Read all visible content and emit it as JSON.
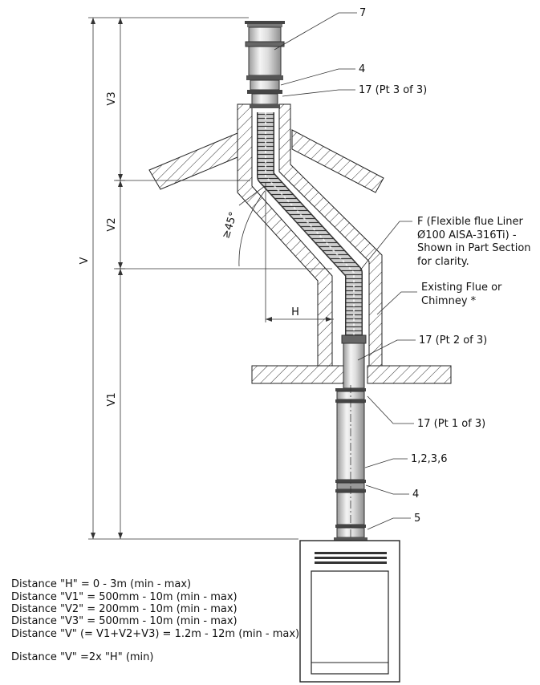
{
  "callouts": {
    "c7": "7",
    "c4_top": "4",
    "c17_pt3": "17 (Pt 3 of 3)",
    "f_line1": "F (Flexible flue Liner",
    "f_line2": "Ø100 AISA-316Ti) -",
    "f_line3": "Shown in Part Section",
    "f_line4": "for clarity.",
    "flue_line1": "Existing Flue or",
    "flue_line2": "Chimney *",
    "c17_pt2": "17 (Pt 2 of 3)",
    "c17_pt1": "17 (Pt 1 of 3)",
    "c1236": "1,2,3,6",
    "c4_bottom": "4",
    "c5": "5"
  },
  "dimensions": {
    "v": "V",
    "v1": "V1",
    "v2": "V2",
    "v3": "V3",
    "h": "H",
    "angle": "≥45°"
  },
  "notes": {
    "h": "Distance \"H\" = 0 - 3m (min - max)",
    "v1": "Distance \"V1\" = 500mm - 10m (min - max)",
    "v2": "Distance \"V2\" = 200mm - 10m (min - max)",
    "v3": "Distance \"V3\" = 500mm - 10m (min - max)",
    "v": "Distance \"V\" (= V1+V2+V3) = 1.2m - 12m (min - max)",
    "vh": "Distance \"V\" =2x \"H\" (min)"
  }
}
